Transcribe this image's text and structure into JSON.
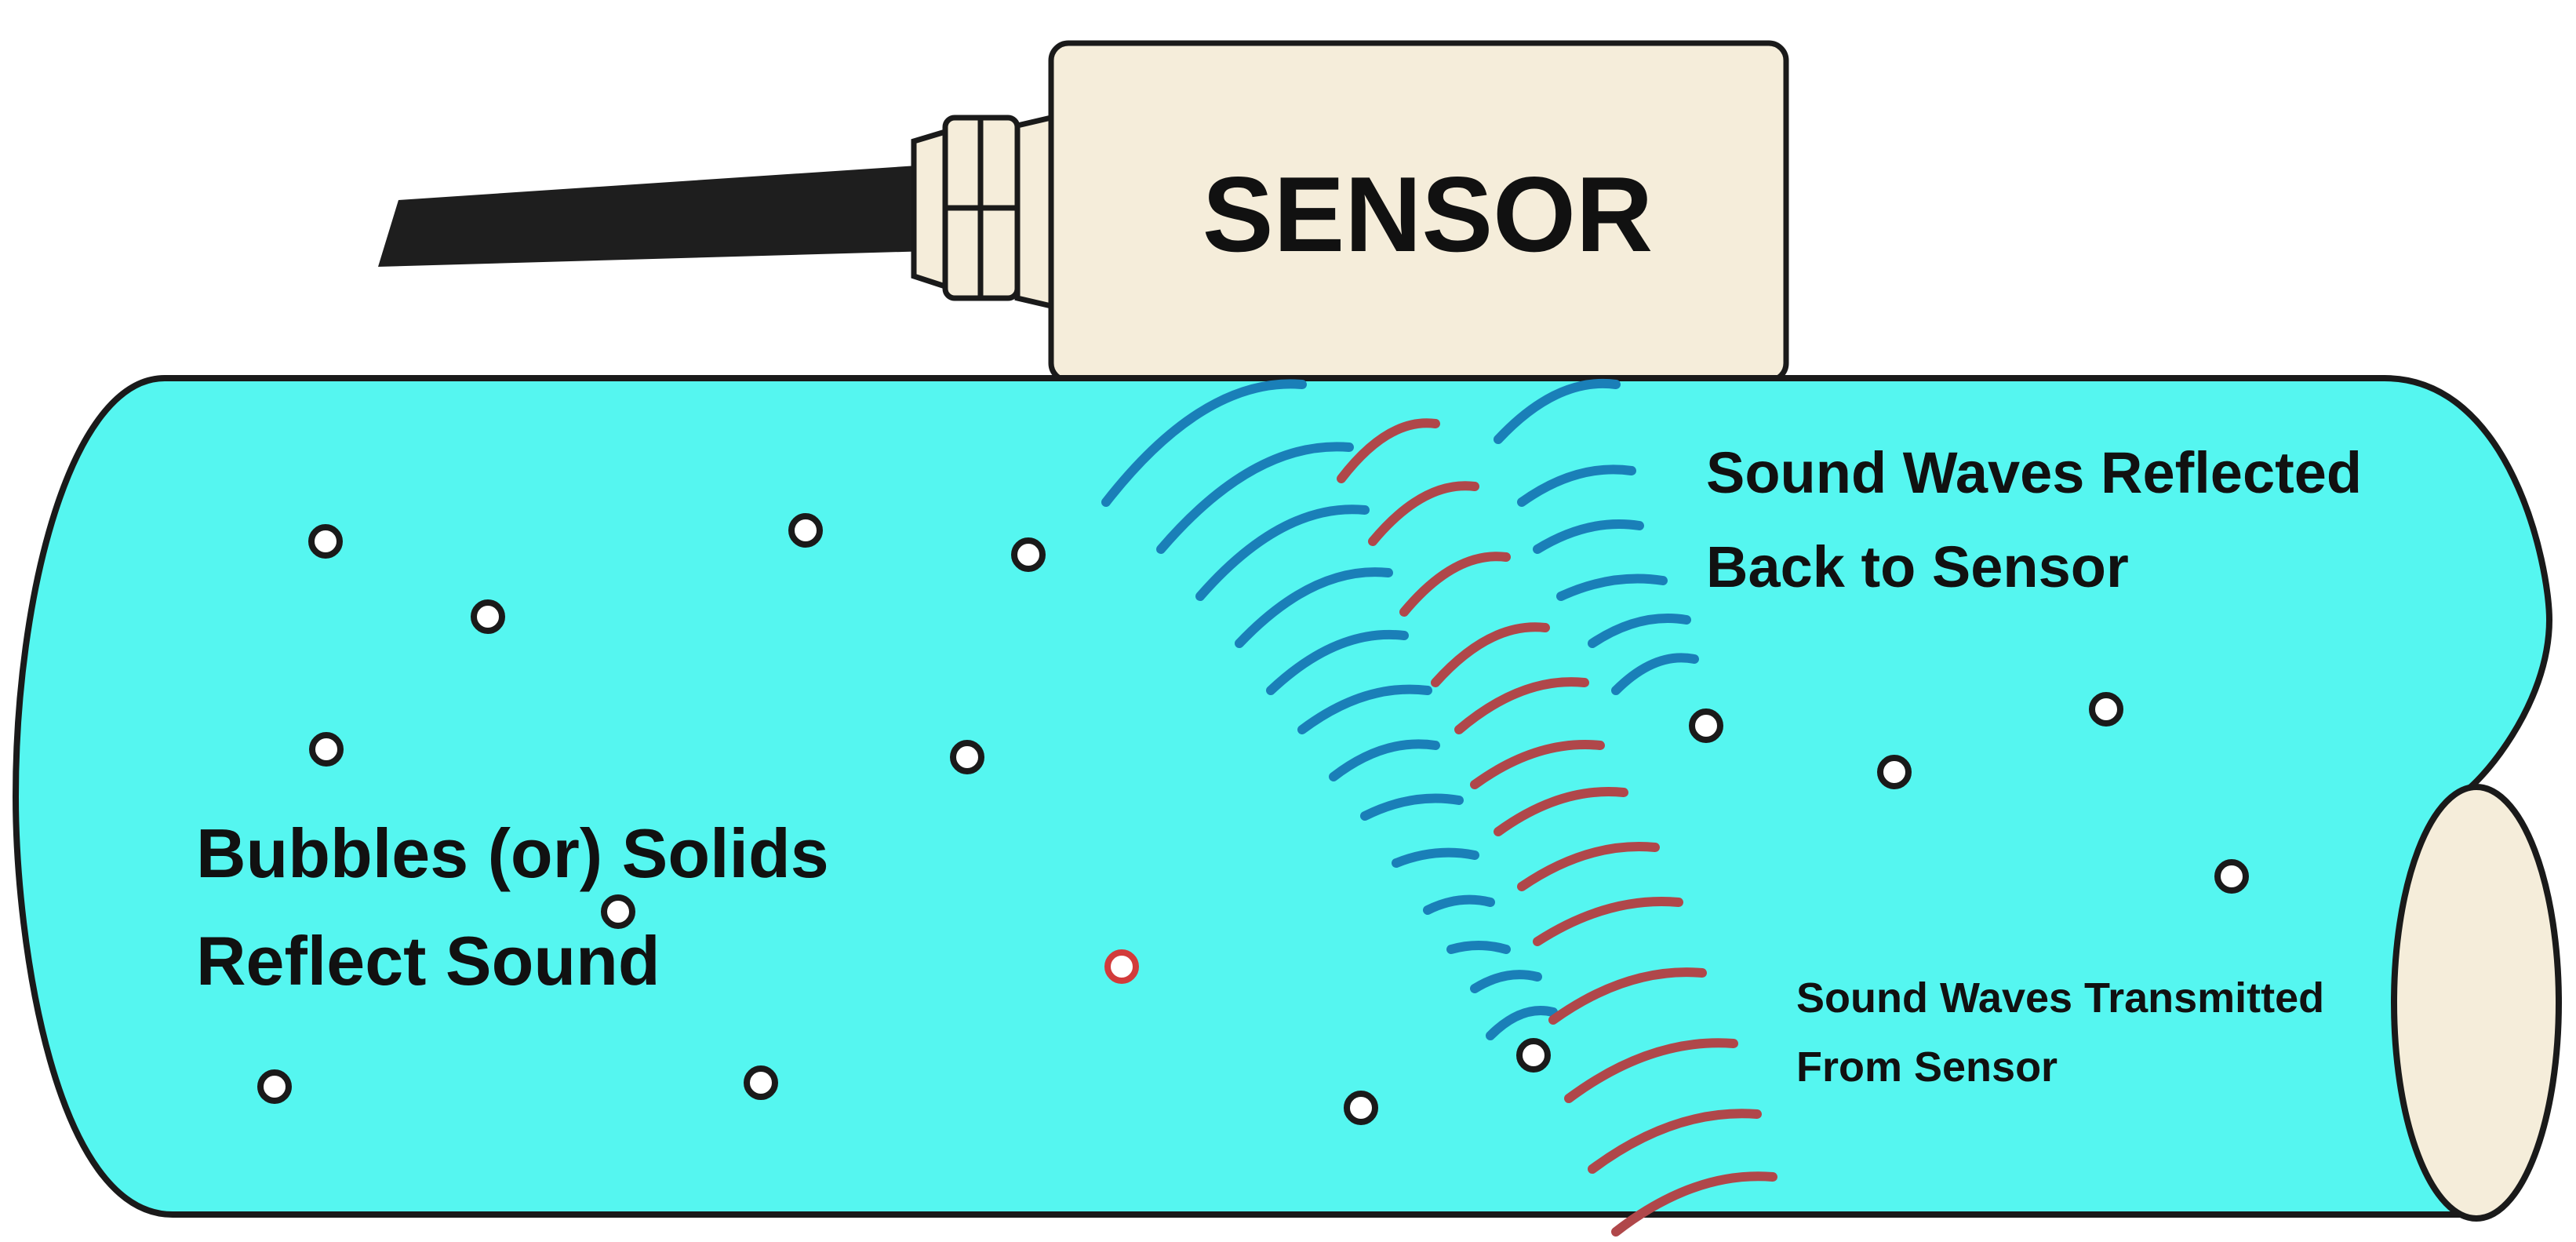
{
  "sensor": {
    "label": "SENSOR"
  },
  "labels": {
    "bubbles_line1": "Bubbles (or) Solids",
    "bubbles_line2": "Reflect Sound",
    "reflected_line1": "Sound Waves Reflected",
    "reflected_line2": "Back to Sensor",
    "transmitted_line1": "Sound Waves Transmitted",
    "transmitted_line2": "From Sensor"
  },
  "colors": {
    "pipe_fill": "#55F6F0",
    "pipe_end": "#F5EDDA",
    "sensor_fill": "#F5EDDA",
    "cable": "#1E1E1E",
    "reflected_wave": "#1A7FB8",
    "transmitted_wave": "#B0474A",
    "bubble_stroke": "#1A1A1A",
    "bubble_highlight": "#D23B3B",
    "text": "#111111"
  }
}
